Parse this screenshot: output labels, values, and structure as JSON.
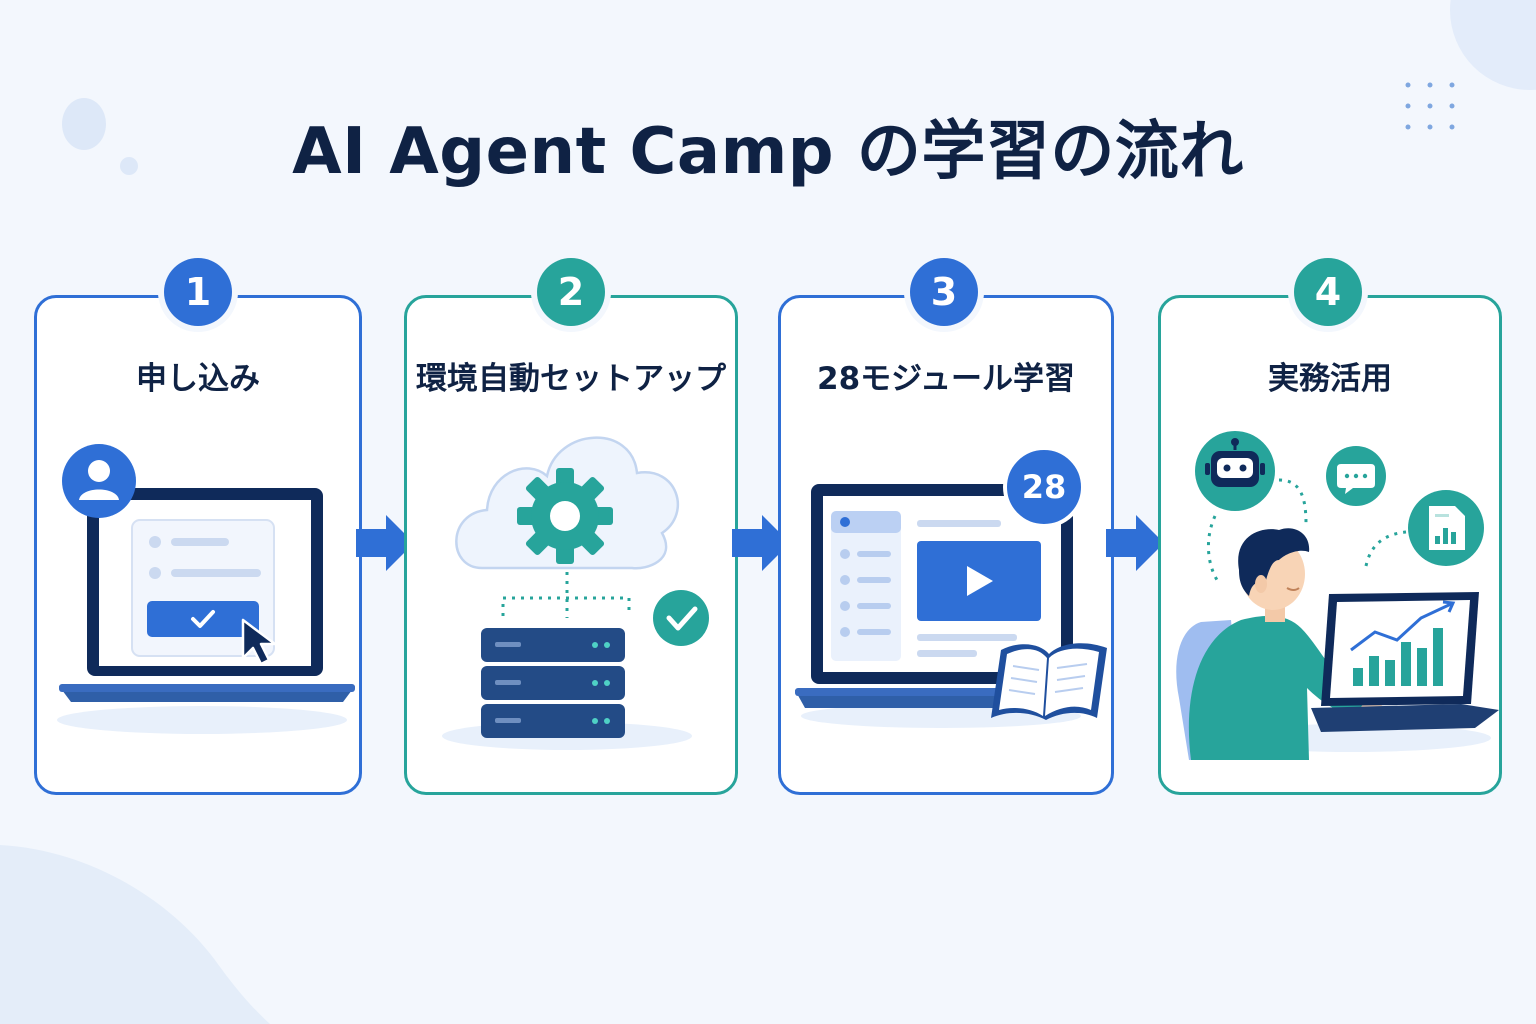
{
  "title": "AI Agent Camp の学習の流れ",
  "colors": {
    "navy": "#0f2244",
    "blue": "#2f6fd6",
    "teal": "#27a49b",
    "background": "#f3f7fd"
  },
  "steps": [
    {
      "number": "1",
      "label": "申し込み",
      "icons": [
        "user-avatar-icon",
        "laptop-icon",
        "checkmark-icon",
        "cursor-icon"
      ]
    },
    {
      "number": "2",
      "label": "環境自動セットアップ",
      "icons": [
        "cloud-icon",
        "gear-icon",
        "server-icon",
        "checkmark-icon"
      ]
    },
    {
      "number": "3",
      "label": "28モジュール学習",
      "module_count": "28",
      "icons": [
        "laptop-icon",
        "video-play-icon",
        "open-book-icon"
      ]
    },
    {
      "number": "4",
      "label": "実務活用",
      "icons": [
        "robot-icon",
        "chat-bubble-icon",
        "report-chart-icon",
        "person-at-laptop-icon",
        "growth-chart-icon"
      ]
    }
  ]
}
